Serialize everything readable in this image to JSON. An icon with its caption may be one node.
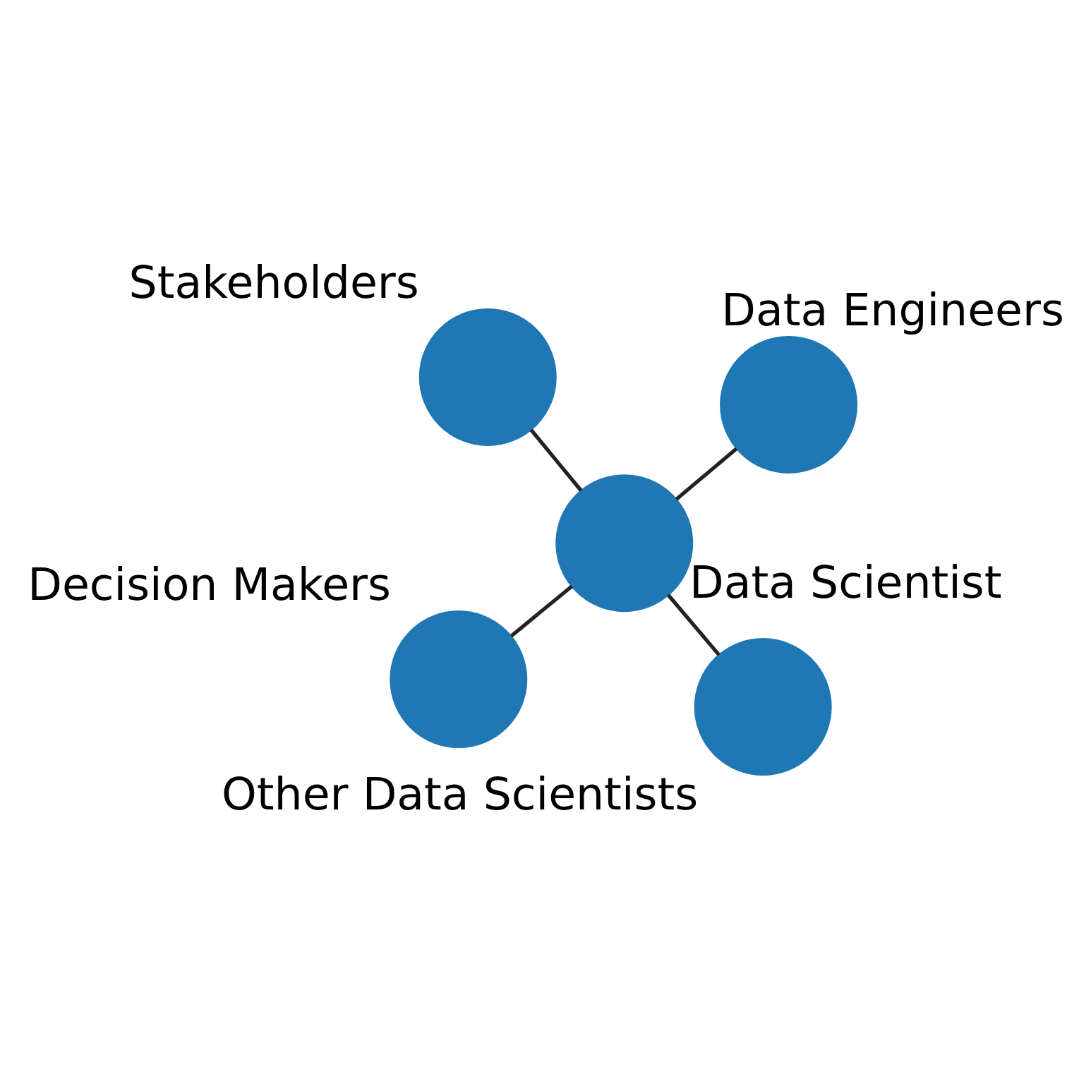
{
  "diagram": {
    "nodes": [
      {
        "text": [],
        "shape": "circle",
        "beside": [
          "Decision Makers"
        ]
      },
      {
        "text": [],
        "shape": "circle",
        "beside": [
          "Other Data Scientists"
        ]
      },
      {
        "text": [],
        "shape": "circle",
        "beside": [
          "Data Scientist"
        ]
      },
      {
        "text": [],
        "shape": "circle",
        "beside": [
          "Stakeholders"
        ]
      },
      {
        "text": [],
        "shape": "circle",
        "beside": [
          "Data Engineers"
        ]
      }
    ],
    "edges": [
      {
        "from": 2,
        "to": 0,
        "arrow": "none"
      },
      {
        "from": 2,
        "to": 1,
        "arrow": "none"
      },
      {
        "from": 2,
        "to": 3,
        "arrow": "none"
      },
      {
        "from": 2,
        "to": 4,
        "arrow": "none"
      }
    ]
  }
}
